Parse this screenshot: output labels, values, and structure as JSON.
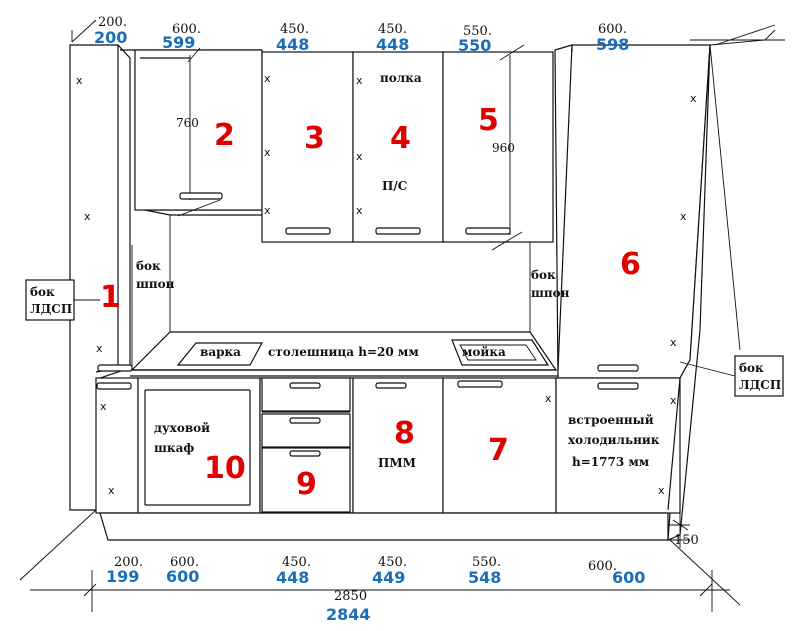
{
  "colors": {
    "red_number": "#e00000",
    "blue_dimension": "#1a6fb8",
    "line": "#111111"
  },
  "top_dims": {
    "d200_black": "200.",
    "d200_blue": "200",
    "d600_black": "600.",
    "d600_blue": "599",
    "d450a_black": "450.",
    "d450a_blue": "448",
    "d450b_black": "450.",
    "d450b_blue": "448",
    "d550_black": "550.",
    "d550_blue": "550",
    "d600r_black": "600.",
    "d600r_blue": "598"
  },
  "bottom_dims": {
    "d200_black": "200.",
    "d200_blue": "199",
    "d600_black": "600.",
    "d600_blue": "600",
    "d450a_black": "450.",
    "d450a_blue": "448",
    "d450b_black": "450.",
    "d450b_blue": "449",
    "d550_black": "550.",
    "d550_blue": "548",
    "d600r_black": "600.",
    "d600r_blue": "600",
    "total_black": "2850",
    "total_blue": "2844",
    "plinth": "150"
  },
  "numbers": {
    "n1": "1",
    "n2": "2",
    "n3": "3",
    "n4": "4",
    "n5": "5",
    "n6": "6",
    "n7": "7",
    "n8": "8",
    "n9": "9",
    "n10": "10"
  },
  "labels": {
    "h760": "760",
    "h960": "960",
    "polka": "полка",
    "ps": "П/С",
    "bok_shpon_left_1": "бок",
    "bok_shpon_left_2": "шпон",
    "bok_shpon_right_1": "бок",
    "bok_shpon_right_2": "шпон",
    "bok_ldsp_left_1": "бок",
    "bok_ldsp_left_2": "ЛДСП",
    "bok_ldsp_right_1": "бок",
    "bok_ldsp_right_2": "ЛДСП",
    "varka": "варка",
    "countertop": "столешница h=20 мм",
    "moyka": "мойка",
    "oven_1": "духовой",
    "oven_2": "шкаф",
    "pmm": "ПММ",
    "fridge_1": "встроенный",
    "fridge_2": "холодильник",
    "fridge_3": "h=1773 мм"
  },
  "hinge_mark": "x"
}
